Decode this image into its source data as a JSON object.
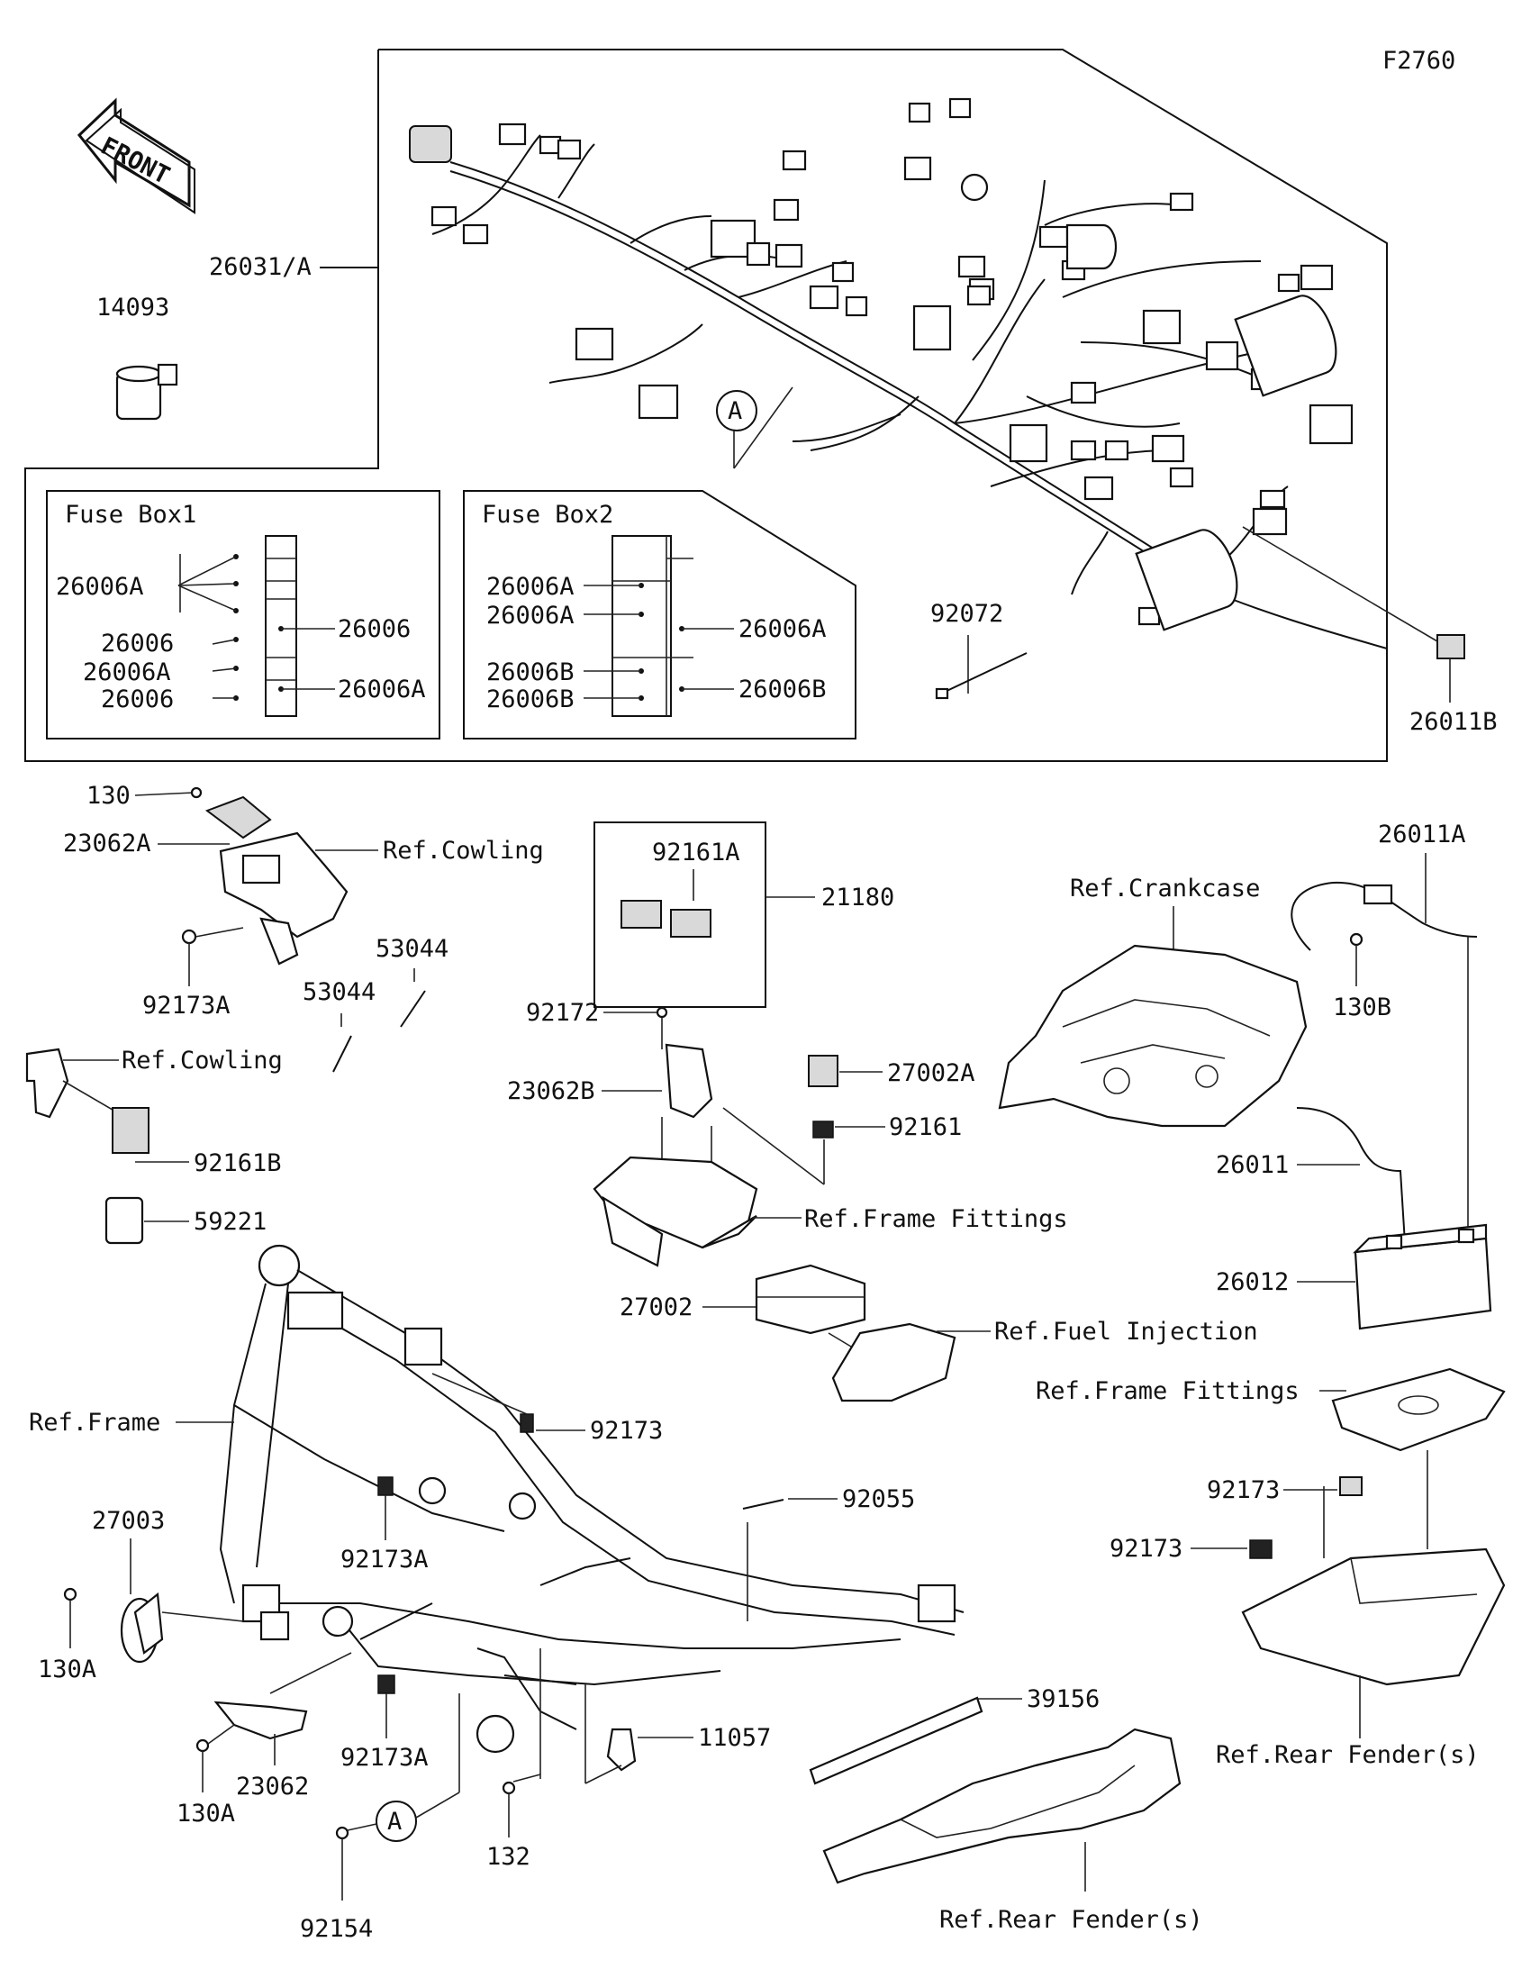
{
  "figure_code": "F2760",
  "front_arrow": "FRONT",
  "fuse_box1": {
    "title": "Fuse Box1",
    "labels": [
      "26006A",
      "26006",
      "26006A",
      "26006",
      "26006",
      "26006A"
    ]
  },
  "fuse_box2": {
    "title": "Fuse Box2",
    "labels": [
      "26006A",
      "26006A",
      "26006B",
      "26006B",
      "26006A",
      "26006B"
    ]
  },
  "callout_a": "A",
  "parts": {
    "harness": "26031/A",
    "p14093": "14093",
    "p92072": "92072",
    "p26011B": "26011B",
    "p130": "130",
    "p23062A": "23062A",
    "p92173A_top": "92173A",
    "p53044_a": "53044",
    "p53044_b": "53044",
    "p92161B": "92161B",
    "p59221": "59221",
    "p92161A": "92161A",
    "p21180": "21180",
    "p92172": "92172",
    "p23062B": "23062B",
    "p27002A": "27002A",
    "p92161": "92161",
    "p27002": "27002",
    "p26011A": "26011A",
    "p130B": "130B",
    "p26011": "26011",
    "p26012": "26012",
    "p92173_frame": "92173",
    "p92055": "92055",
    "p92173A_mid": "92173A",
    "p27003": "27003",
    "p130A_left": "130A",
    "p92173A_low": "92173A",
    "p130A_low": "130A",
    "p23062": "23062",
    "p11057": "11057",
    "p39156": "39156",
    "p132": "132",
    "p92154": "92154",
    "p92173_tray_a": "92173",
    "p92173_tray_b": "92173"
  },
  "refs": {
    "cowling_1": "Ref.Cowling",
    "cowling_2": "Ref.Cowling",
    "crankcase": "Ref.Crankcase",
    "frame_fittings_1": "Ref.Frame Fittings",
    "fuel_injection": "Ref.Fuel Injection",
    "frame_fittings_2": "Ref.Frame Fittings",
    "frame": "Ref.Frame",
    "rear_fender_1": "Ref.Rear Fender(s)",
    "rear_fender_2": "Ref.Rear Fender(s)"
  }
}
